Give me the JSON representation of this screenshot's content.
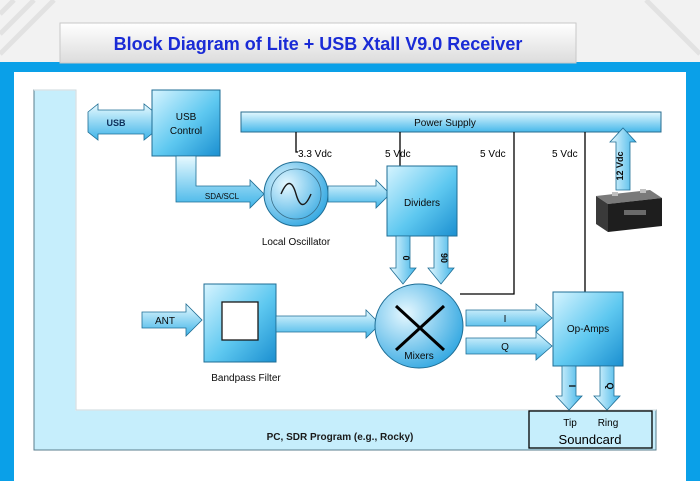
{
  "title": "Block Diagram of Lite + USB Xtall V9.0 Receiver",
  "blocks": {
    "usb_control": [
      "USB",
      "Control"
    ],
    "power_supply": "Power Supply",
    "local_oscillator": "Local Oscillator",
    "dividers": "Dividers",
    "bandpass_filter": "Bandpass Filter",
    "mixers": "Mixers",
    "op_amps": "Op-Amps",
    "pc_program": "PC, SDR Program (e.g., Rocky)",
    "soundcard": "Soundcard"
  },
  "arrows": {
    "usb": "USB",
    "sda_scl": "SDA/SCL",
    "ant": "ANT",
    "twelve_vdc": "12 Vdc",
    "div_0": "0",
    "div_90": "90",
    "mix_i": "I",
    "mix_q": "Q",
    "op_i": "I",
    "op_q": "Q"
  },
  "supply_labels": {
    "v33": "3.3 Vdc",
    "v5a": "5 Vdc",
    "v5b": "5 Vdc",
    "v5c": "5 Vdc"
  },
  "soundcard_jacks": {
    "tip": "Tip",
    "ring": "Ring"
  },
  "colors": {
    "frame_blue": "#0aa0e8",
    "title_text": "#1a2bd6",
    "block_fill": "#5ec8f0",
    "block_light": "#b8ebff",
    "pc_fill": "#c6eefc"
  }
}
